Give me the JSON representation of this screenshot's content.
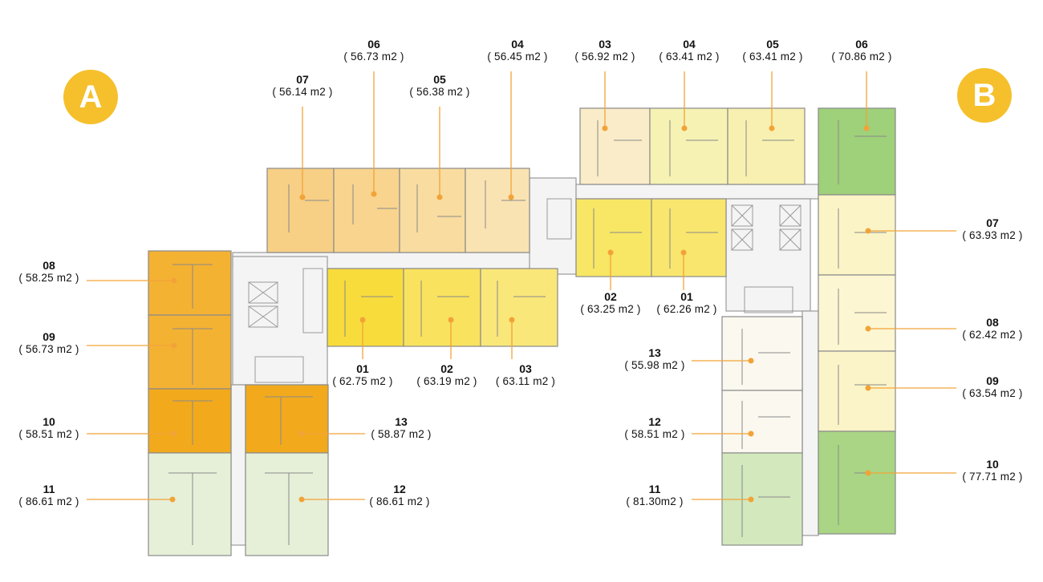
{
  "towers": {
    "a": {
      "label": "A",
      "color": "#f5c02c"
    },
    "b": {
      "label": "B",
      "color": "#f5c02c"
    }
  },
  "units": {
    "a07": {
      "number": "07",
      "area": "( 56.14 m2 )",
      "fill": "#f7cf85"
    },
    "a06": {
      "number": "06",
      "area": "( 56.73 m2 )",
      "fill": "#f8d48e"
    },
    "a05": {
      "number": "05",
      "area": "( 56.38 m2 )",
      "fill": "#f9dc9f"
    },
    "a04": {
      "number": "04",
      "area": "( 56.45 m2 )",
      "fill": "#fae3b2"
    },
    "a08": {
      "number": "08",
      "area": "( 58.25 m2 )",
      "fill": "#f4b233"
    },
    "a09": {
      "number": "09",
      "area": "( 56.73 m2 )",
      "fill": "#f4b233"
    },
    "a10": {
      "number": "10",
      "area": "( 58.51 m2 )",
      "fill": "#f2aa1c"
    },
    "a13": {
      "number": "13",
      "area": "( 58.87 m2 )",
      "fill": "#f2aa1c"
    },
    "a11": {
      "number": "11",
      "area": "( 86.61 m2 )",
      "fill": "#e6f0d8"
    },
    "a12": {
      "number": "12",
      "area": "( 86.61 m2 )",
      "fill": "#e6f0d8"
    },
    "a01": {
      "number": "01",
      "area": "( 62.75 m2 )",
      "fill": "#f8dc3c"
    },
    "a02": {
      "number": "02",
      "area": "( 63.19 m2 )",
      "fill": "#f9e25e"
    },
    "a03": {
      "number": "03",
      "area": "( 63.11 m2 )",
      "fill": "#fae77a"
    },
    "b03": {
      "number": "03",
      "area": "( 56.92 m2 )",
      "fill": "#faecc8"
    },
    "b04": {
      "number": "04",
      "area": "( 63.41 m2 )",
      "fill": "#f6f2b4"
    },
    "b05": {
      "number": "05",
      "area": "( 63.41 m2 )",
      "fill": "#f7f0b0"
    },
    "b06": {
      "number": "06",
      "area": "( 70.86 m2 )",
      "fill": "#9fd07a"
    },
    "b02": {
      "number": "02",
      "area": "( 63.25 m2 )",
      "fill": "#f8e665"
    },
    "b01": {
      "number": "01",
      "area": "( 62.26 m2 )",
      "fill": "#f9e66e"
    },
    "b07": {
      "number": "07",
      "area": "( 63.93 m2 )",
      "fill": "#fbf4c6"
    },
    "b08": {
      "number": "08",
      "area": "( 62.42 m2 )",
      "fill": "#fcf6d2"
    },
    "b09": {
      "number": "09",
      "area": "( 63.54 m2 )",
      "fill": "#fbf4c8"
    },
    "b10": {
      "number": "10",
      "area": "( 77.71 m2 )",
      "fill": "#a9d585"
    },
    "b13": {
      "number": "13",
      "area": "( 55.98 m2 )",
      "fill": "#fbf8ef"
    },
    "b12": {
      "number": "12",
      "area": "( 58.51 m2 )",
      "fill": "#fbf8ef"
    },
    "b11": {
      "number": "11",
      "area": "( 81.30m2 )",
      "fill": "#d3e8bd"
    }
  },
  "colors": {
    "leader": "#f2a338",
    "dot": "#f2a338",
    "wall": "#8a8a8a",
    "core": "#f2f2f2"
  }
}
